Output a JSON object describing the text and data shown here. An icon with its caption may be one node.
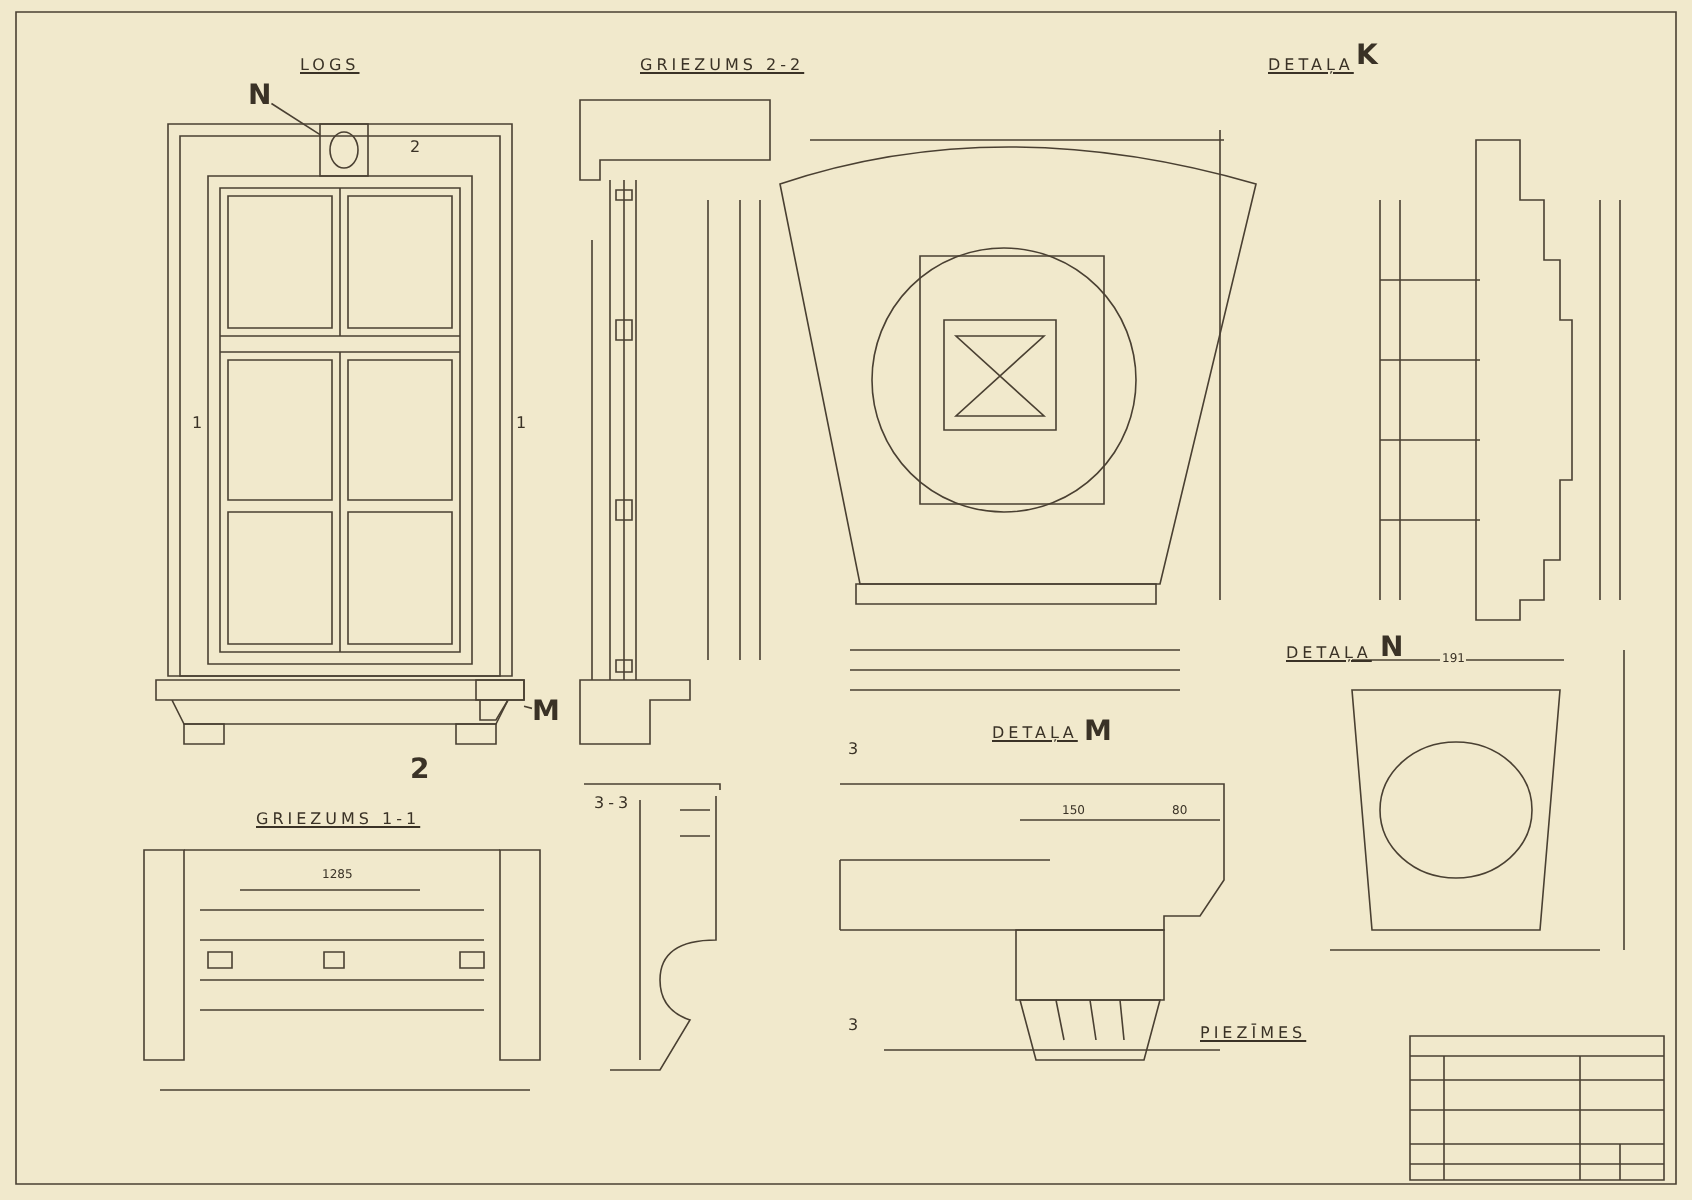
{
  "diagram": {
    "nodes": [
      {
        "text": [
          "N"
        ]
      },
      {
        "text": [],
        "shape": "picture"
      },
      {
        "text": [
          "M"
        ]
      },
      {
        "text": [],
        "shape": "picture"
      }
    ],
    "edges": [
      {
        "from": 0,
        "to": 1,
        "arrow": "none"
      },
      {
        "from": 2,
        "to": 3,
        "arrow": "none"
      }
    ],
    "labels": [
      "LOGS",
      "GRIEZUMS 2-2",
      "DETAĻA",
      "K",
      "1",
      "1",
      "2",
      "2",
      "GRIEZUMS 1-1",
      "1285",
      "3-3",
      "DETAĻA",
      "M",
      "150",
      "80",
      "3",
      "3",
      "DETAĻA",
      "N",
      "191",
      "PIEZĪMES"
    ]
  }
}
